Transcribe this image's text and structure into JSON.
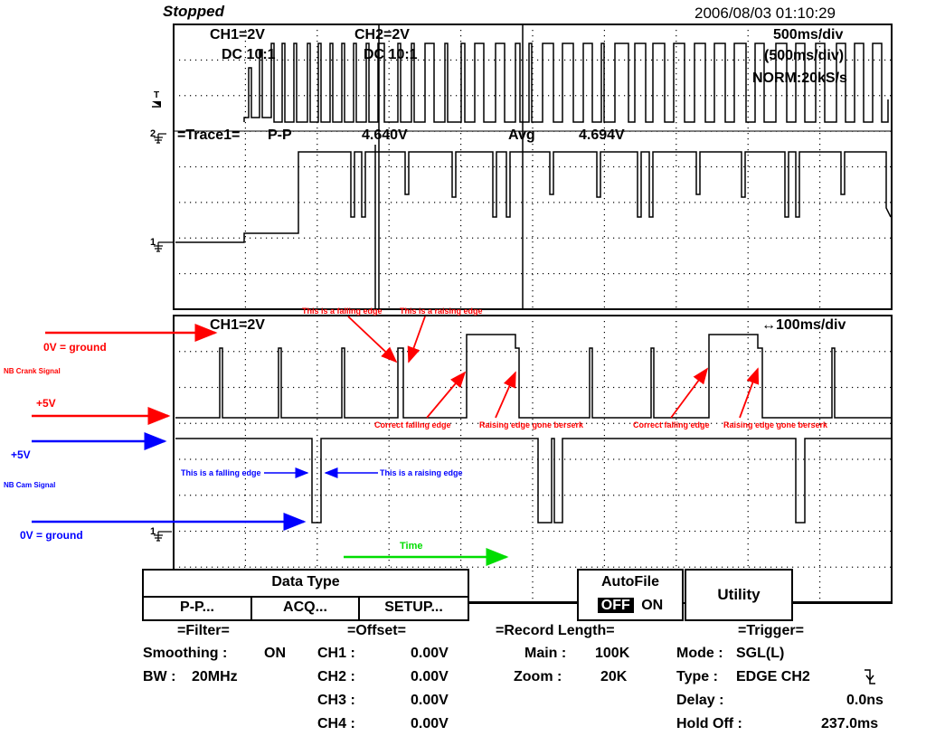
{
  "status": {
    "state": "Stopped",
    "datetime": "2006/08/03 01:10:29"
  },
  "top_window": {
    "ch1_scale": "CH1=2V",
    "ch1_coupling": "DC 10:1",
    "ch2_scale": "CH2=2V",
    "ch2_coupling": "DC 10:1",
    "timebase": "500ms/div",
    "zoom_timebase": "(500ms/div)",
    "acq_mode": "NORM:20kS/s"
  },
  "trace_measure": {
    "label": "=Trace1=",
    "pp_name": "P-P",
    "pp_value": "4.640V",
    "avg_name": "Avg",
    "avg_value": "4.694V"
  },
  "zoom_window": {
    "ch1_scale": "CH1=2V",
    "timebase": "↔100ms/div"
  },
  "markers": {
    "trigger_level": "T",
    "ch2": "2",
    "ch1_top": "1",
    "ch1_bottom": "1"
  },
  "annotations": {
    "crank_ground": "0V = ground",
    "crank_signal": "NB Crank Signal",
    "crank_5v": "+5V",
    "cam_5v": "+5V",
    "cam_signal": "NB Cam Signal",
    "cam_ground": "0V = ground",
    "falling_edge_top": "This is a falling edge",
    "raising_edge_top": "This is a raising edge",
    "correct_falling_1": "Correct falling edge",
    "berserk_1": "Raising edge gone berserk",
    "correct_falling_2": "Correct falling edge",
    "berserk_2": "Raising edge gone berserk",
    "cam_falling": "This is a falling edge",
    "cam_raising": "This is a raising edge",
    "time": "Time"
  },
  "menu": {
    "data_type": "Data Type",
    "pp_button": "P-P...",
    "acq_button": "ACQ...",
    "setup_button": "SETUP...",
    "autofile_label": "AutoFile",
    "autofile_off": "OFF",
    "autofile_on": "ON",
    "utility": "Utility"
  },
  "settings": {
    "filter_header": "=Filter=",
    "smoothing_label": "Smoothing :",
    "smoothing_value": "ON",
    "bw_label": "BW :",
    "bw_value": "20MHz",
    "offset_header": "=Offset=",
    "offsets": [
      {
        "ch": "CH1 :",
        "value": "0.00V"
      },
      {
        "ch": "CH2 :",
        "value": "0.00V"
      },
      {
        "ch": "CH3 :",
        "value": "0.00V"
      },
      {
        "ch": "CH4 :",
        "value": "0.00V"
      }
    ],
    "record_header": "=Record Length=",
    "main_label": "Main :",
    "main_value": "100K",
    "zoom_label": "Zoom :",
    "zoom_value": "20K",
    "trigger_header": "=Trigger=",
    "mode_label": "Mode :",
    "mode_value": "SGL(L)",
    "type_label": "Type :",
    "type_value": "EDGE CH2",
    "delay_label": "Delay :",
    "delay_value": "0.0ns",
    "holdoff_label": "Hold Off :",
    "holdoff_value": "237.0ms"
  },
  "colors": {
    "trace": "#000000",
    "grid": "#000000",
    "crank_annotation": "#ff0000",
    "cam_annotation": "#0000ff",
    "time_annotation": "#00dd00"
  }
}
